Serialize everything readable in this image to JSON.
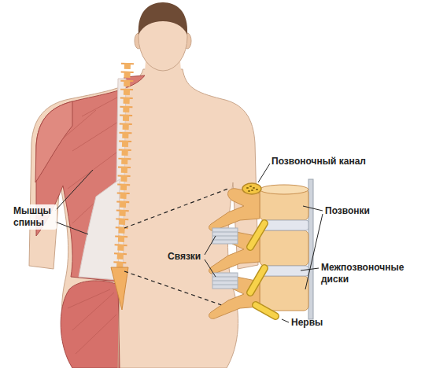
{
  "diagram": {
    "labels": [
      "Позвоночный канал",
      "Мышцы спины",
      "Позвонки",
      "Связки",
      "Межпозвоночные диски",
      "Нервы"
    ]
  }
}
